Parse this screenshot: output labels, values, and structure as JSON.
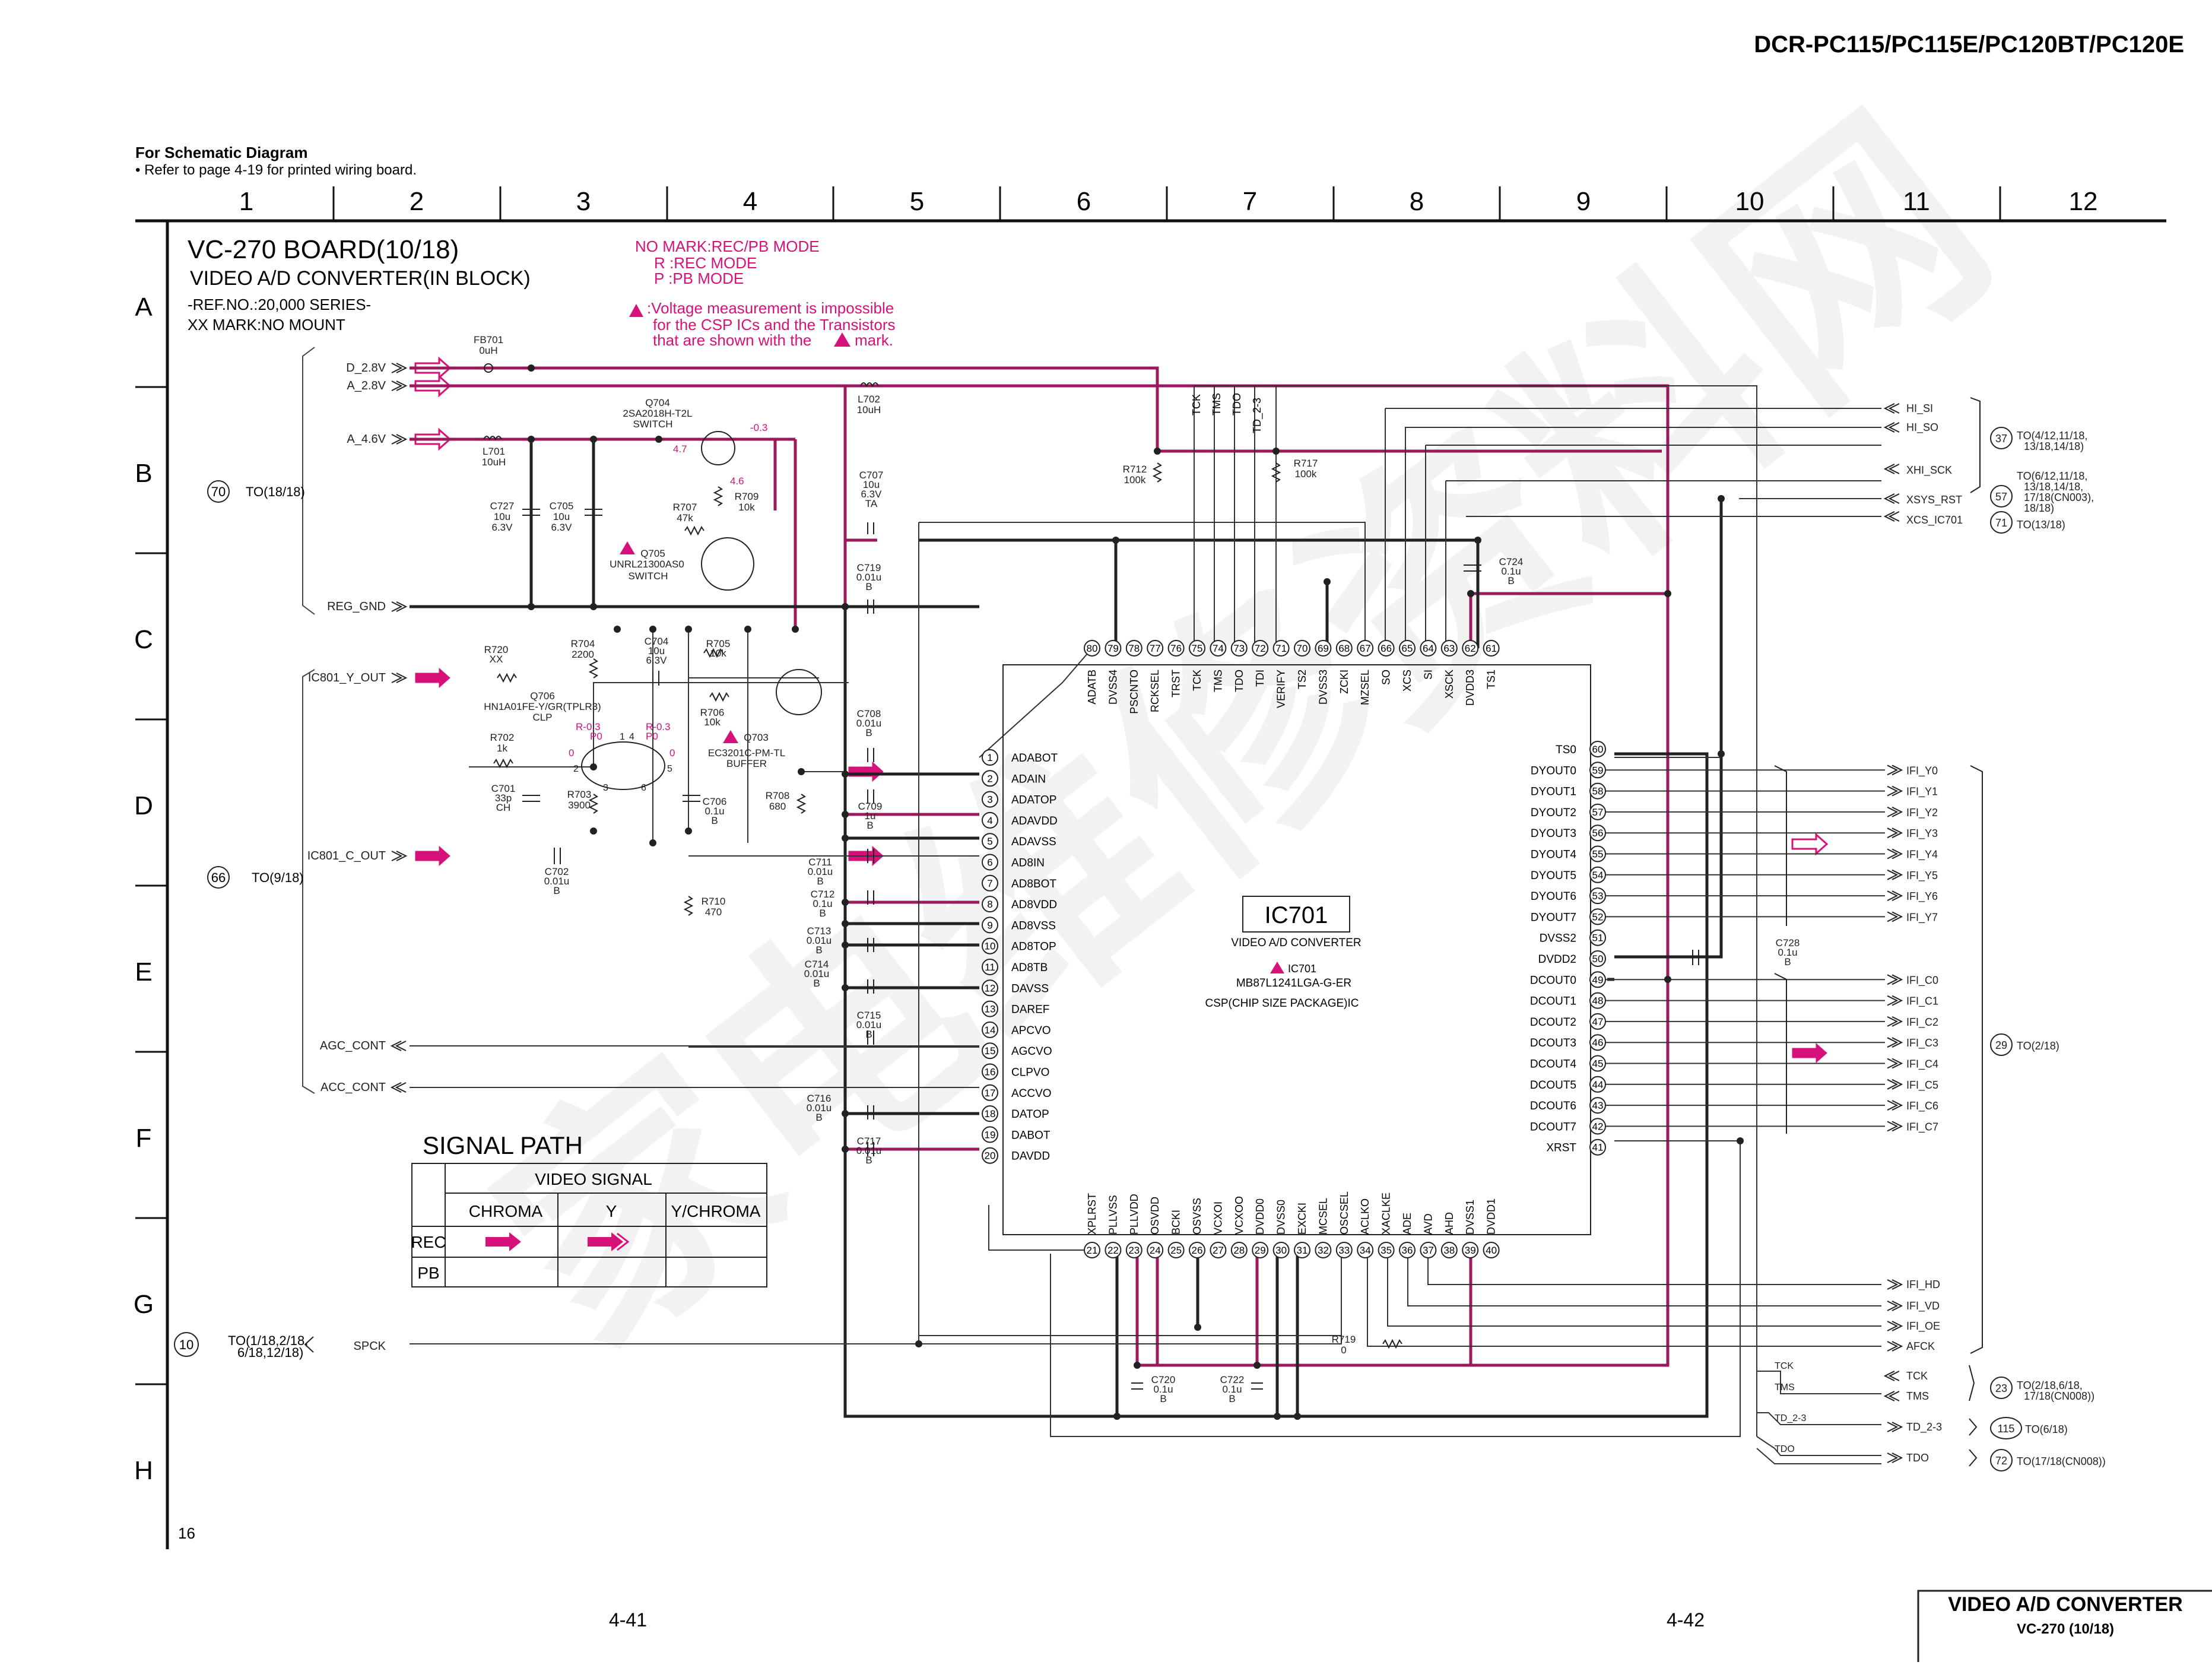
{
  "header": {
    "model": "DCR-PC115/PC115E/PC120BT/PC120E",
    "note_title": "For Schematic Diagram",
    "note_text": "• Refer to page 4-19 for printed wiring board."
  },
  "grid": {
    "columns": [
      "1",
      "2",
      "3",
      "4",
      "5",
      "6",
      "7",
      "8",
      "9",
      "10",
      "11",
      "12"
    ],
    "rows": [
      "A",
      "B",
      "C",
      "D",
      "E",
      "F",
      "G",
      "H"
    ]
  },
  "board": {
    "title": "VC-270 BOARD(10/18)",
    "subtitle": "VIDEO A/D CONVERTER(IN BLOCK)",
    "ref": "-REF.NO.:20,000 SERIES-",
    "xx": "XX MARK:NO MOUNT"
  },
  "mode_notes": {
    "line1": "NO MARK:REC/PB MODE",
    "line2": "R  :REC MODE",
    "line3": "P  :PB MODE",
    "warn1": ":Voltage measurement is impossible",
    "warn2": "for the CSP ICs and the Transistors",
    "warn3": "that are shown with the",
    "warn4": "mark.",
    "color": "#d6127a"
  },
  "connectors_left": {
    "d28": "D_2.8V",
    "a28": "A_2.8V",
    "a46": "A_4.6V",
    "reg_gnd": "REG_GND",
    "y_out": "IC801_Y_OUT",
    "c_out": "IC801_C_OUT",
    "agc": "AGC_CONT",
    "acc": "ACC_CONT",
    "spck": "SPCK",
    "ref70": "70",
    "to70": "TO(18/18)",
    "ref66": "66",
    "to66": "TO(9/18)",
    "ref10": "10",
    "to10a": "TO(1/18,2/18,",
    "to10b": "6/18,12/18)"
  },
  "components": {
    "fb701": "FB701",
    "fb701v": "0uH",
    "l701": "L701",
    "l701v": "10uH",
    "l702": "L702",
    "l702v": "10uH",
    "q704": "Q704",
    "q704p": "2SA2018H-T2L",
    "q704f": "SWITCH",
    "q705": "Q705",
    "q705p": "UNRL21300AS0",
    "q705f": "SWITCH",
    "q706": "Q706",
    "q706p": "HN1A01FE-Y/GR(TPLR3)",
    "q706f": "CLP",
    "q703": "Q703",
    "q703p": "EC3201C-PM-TL",
    "q703f": "BUFFER",
    "c727": "C727",
    "c727v": "10u",
    "c727w": "6.3V",
    "c705": "C705",
    "c705v": "10u",
    "c705w": "6.3V",
    "r707": "R707",
    "r707v": "47k",
    "r709": "R709",
    "r709v": "10k",
    "r720": "R720",
    "r720v": "XX",
    "r704": "R704",
    "r704v": "2200",
    "c704": "C704",
    "c704v": "10u",
    "c704w": "6.3V",
    "r705": "R705",
    "r705v": "10k",
    "r706": "R706",
    "r706v": "10k",
    "r702": "R702",
    "r702v": "1k",
    "c701": "C701",
    "c701v": "33p",
    "c701w": "CH",
    "r703": "R703",
    "r703v": "3900",
    "c706": "C706",
    "c706v": "0.1u",
    "c706w": "B",
    "r708": "R708",
    "r708v": "680",
    "c702": "C702",
    "c702v": "0.01u",
    "c702w": "B",
    "r710": "R710",
    "r710v": "470",
    "c707": "C707",
    "c707v": "10u",
    "c707w": "6.3V",
    "c707t": "TA",
    "c719": "C719",
    "c719v": "0.01u",
    "c719w": "B",
    "c708": "C708",
    "c708v": "0.01u",
    "c708w": "B",
    "c709": "C709",
    "c709v": "1u",
    "c709w": "B",
    "c711": "C711",
    "c711v": "0.01u",
    "c711w": "B",
    "c712": "C712",
    "c712v": "0.1u",
    "c712w": "B",
    "c713": "C713",
    "c713v": "0.01u",
    "c713w": "B",
    "c714": "C714",
    "c714v": "0.01u",
    "c714w": "B",
    "c715": "C715",
    "c715v": "0.01u",
    "c715w": "B",
    "c716": "C716",
    "c716v": "0.01u",
    "c716w": "B",
    "c717": "C717",
    "c717v": "0.01u",
    "c717w": "B",
    "r712": "R712",
    "r712v": "100k",
    "r717": "R717",
    "r717v": "100k",
    "c724": "C724",
    "c724v": "0.1u",
    "c724w": "B",
    "c728": "C728",
    "c728v": "0.1u",
    "c728w": "B",
    "c720": "C720",
    "c720v": "0.1u",
    "c720w": "B",
    "c722": "C722",
    "c722v": "0.1u",
    "c722w": "B",
    "r719": "R719",
    "r719v": "0"
  },
  "voltages": {
    "v47": "4.7",
    "vm03": "-0.3",
    "v46": "4.6",
    "r03a": "R-0.3",
    "r03b": "R-0.3",
    "p0a": "P0",
    "p0b": "P0",
    "z1": "0",
    "z2": "0"
  },
  "pins": {
    "q706_2": "2",
    "q706_1": "1",
    "q706_4": "4",
    "q706_3": "3",
    "q706_6": "6",
    "q706_5": "5"
  },
  "ic": {
    "name": "IC701",
    "desc": "VIDEO A/D CONVERTER",
    "ref": "IC701",
    "part": "MB87L1241LGA-G-ER",
    "pkg": "CSP(CHIP SIZE PACKAGE)IC",
    "left_pins": [
      {
        "n": "1",
        "name": "ADABOT"
      },
      {
        "n": "2",
        "name": "ADAIN"
      },
      {
        "n": "3",
        "name": "ADATOP"
      },
      {
        "n": "4",
        "name": "ADAVDD"
      },
      {
        "n": "5",
        "name": "ADAVSS"
      },
      {
        "n": "6",
        "name": "AD8IN"
      },
      {
        "n": "7",
        "name": "AD8BOT"
      },
      {
        "n": "8",
        "name": "AD8VDD"
      },
      {
        "n": "9",
        "name": "AD8VSS"
      },
      {
        "n": "10",
        "name": "AD8TOP"
      },
      {
        "n": "11",
        "name": "AD8TB"
      },
      {
        "n": "12",
        "name": "DAVSS"
      },
      {
        "n": "13",
        "name": "DAREF"
      },
      {
        "n": "14",
        "name": "APCVO"
      },
      {
        "n": "15",
        "name": "AGCVO"
      },
      {
        "n": "16",
        "name": "CLPVO"
      },
      {
        "n": "17",
        "name": "ACCVO"
      },
      {
        "n": "18",
        "name": "DATOP"
      },
      {
        "n": "19",
        "name": "DABOT"
      },
      {
        "n": "20",
        "name": "DAVDD"
      }
    ],
    "top_pins": [
      {
        "n": "80",
        "name": "ADATB"
      },
      {
        "n": "79",
        "name": "DVSS4"
      },
      {
        "n": "78",
        "name": "PSCNTO"
      },
      {
        "n": "77",
        "name": "RCKSEL"
      },
      {
        "n": "76",
        "name": "TRST"
      },
      {
        "n": "75",
        "name": "TCK"
      },
      {
        "n": "74",
        "name": "TMS"
      },
      {
        "n": "73",
        "name": "TDO"
      },
      {
        "n": "72",
        "name": "TDI"
      },
      {
        "n": "71",
        "name": "VERIFY"
      },
      {
        "n": "70",
        "name": "TS2"
      },
      {
        "n": "69",
        "name": "DVSS3"
      },
      {
        "n": "68",
        "name": "ZCKI"
      },
      {
        "n": "67",
        "name": "MZSEL"
      },
      {
        "n": "66",
        "name": "SO"
      },
      {
        "n": "65",
        "name": "XCS"
      },
      {
        "n": "64",
        "name": "SI"
      },
      {
        "n": "63",
        "name": "XSCK"
      },
      {
        "n": "62",
        "name": "DVDD3"
      },
      {
        "n": "61",
        "name": "TS1"
      }
    ],
    "right_pins": [
      {
        "n": "60",
        "name": "TS0"
      },
      {
        "n": "59",
        "name": "DYOUT0"
      },
      {
        "n": "58",
        "name": "DYOUT1"
      },
      {
        "n": "57",
        "name": "DYOUT2"
      },
      {
        "n": "56",
        "name": "DYOUT3"
      },
      {
        "n": "55",
        "name": "DYOUT4"
      },
      {
        "n": "54",
        "name": "DYOUT5"
      },
      {
        "n": "53",
        "name": "DYOUT6"
      },
      {
        "n": "52",
        "name": "DYOUT7"
      },
      {
        "n": "51",
        "name": "DVSS2"
      },
      {
        "n": "50",
        "name": "DVDD2"
      },
      {
        "n": "49",
        "name": "DCOUT0"
      },
      {
        "n": "48",
        "name": "DCOUT1"
      },
      {
        "n": "47",
        "name": "DCOUT2"
      },
      {
        "n": "46",
        "name": "DCOUT3"
      },
      {
        "n": "45",
        "name": "DCOUT4"
      },
      {
        "n": "44",
        "name": "DCOUT5"
      },
      {
        "n": "43",
        "name": "DCOUT6"
      },
      {
        "n": "42",
        "name": "DCOUT7"
      },
      {
        "n": "41",
        "name": "XRST"
      }
    ],
    "bottom_pins": [
      {
        "n": "21",
        "name": "XPLRST"
      },
      {
        "n": "22",
        "name": "PLLVSS"
      },
      {
        "n": "23",
        "name": "PLLVDD"
      },
      {
        "n": "24",
        "name": "OSVDD"
      },
      {
        "n": "25",
        "name": "BCKI"
      },
      {
        "n": "26",
        "name": "OSVSS"
      },
      {
        "n": "27",
        "name": "VCXOI"
      },
      {
        "n": "28",
        "name": "VCXOO"
      },
      {
        "n": "29",
        "name": "DVDD0"
      },
      {
        "n": "30",
        "name": "DVSS0"
      },
      {
        "n": "31",
        "name": "EXCKI"
      },
      {
        "n": "32",
        "name": "MCSEL"
      },
      {
        "n": "33",
        "name": "OSCSEL"
      },
      {
        "n": "34",
        "name": "ACLKO"
      },
      {
        "n": "35",
        "name": "XACLKE"
      },
      {
        "n": "36",
        "name": "ADE"
      },
      {
        "n": "37",
        "name": "AVD"
      },
      {
        "n": "38",
        "name": "AHD"
      },
      {
        "n": "39",
        "name": "DVSS1"
      },
      {
        "n": "40",
        "name": "DVDD1"
      }
    ]
  },
  "top_labels": {
    "tck": "TCK",
    "tms": "TMS",
    "tdo": "TDO",
    "td23": "TD_2-3"
  },
  "right_connectors": {
    "hi_si": "HI_SI",
    "hi_so": "HI_SO",
    "xhi_sck": "XHI_SCK",
    "xsys_rst": "XSYS_RST",
    "xcs_ic701": "XCS_IC701",
    "ref37": "37",
    "to37a": "TO(4/12,11/18,",
    "to37b": "13/18,14/18)",
    "ref57": "57",
    "to57a": "TO(6/12,11/18,",
    "to57b": "13/18,14/18,",
    "to57c": "17/18(CN003),",
    "to57d": "18/18)",
    "ref71": "71",
    "to71": "TO(13/18)",
    "ify": [
      "IFI_Y0",
      "IFI_Y1",
      "IFI_Y2",
      "IFI_Y3",
      "IFI_Y4",
      "IFI_Y5",
      "IFI_Y6",
      "IFI_Y7"
    ],
    "ifc": [
      "IFI_C0",
      "IFI_C1",
      "IFI_C2",
      "IFI_C3",
      "IFI_C4",
      "IFI_C5",
      "IFI_C6",
      "IFI_C7"
    ],
    "ref29": "29",
    "to29": "TO(2/18)",
    "ifi_hd": "IFI_HD",
    "ifi_vd": "IFI_VD",
    "ifi_oe": "IFI_OE",
    "afck": "AFCK",
    "tck": "TCK",
    "tms": "TMS",
    "td23": "TD_2-3",
    "tdo": "TDO",
    "ref23": "23",
    "to23a": "TO(2/18,6/18,",
    "to23b": "17/18(CN008))",
    "ref115": "115",
    "to115": "TO(6/18)",
    "ref72": "72",
    "to72": "TO(17/18(CN008))"
  },
  "signal_path": {
    "title": "SIGNAL PATH",
    "video_signal": "VIDEO SIGNAL",
    "chroma": "CHROMA",
    "y": "Y",
    "ychroma": "Y/CHROMA",
    "rec": "REC",
    "pb": "PB"
  },
  "footer": {
    "page_left": "4-41",
    "page_right": "4-42",
    "sheet_no": "16",
    "title_box_main": "VIDEO A/D CONVERTER",
    "title_box_sub": "VC-270 (10/18)"
  },
  "watermark": "家电维修资料网",
  "colors": {
    "accent": "#d6127a",
    "wire": "#222222",
    "net": "#9b1a5e"
  }
}
